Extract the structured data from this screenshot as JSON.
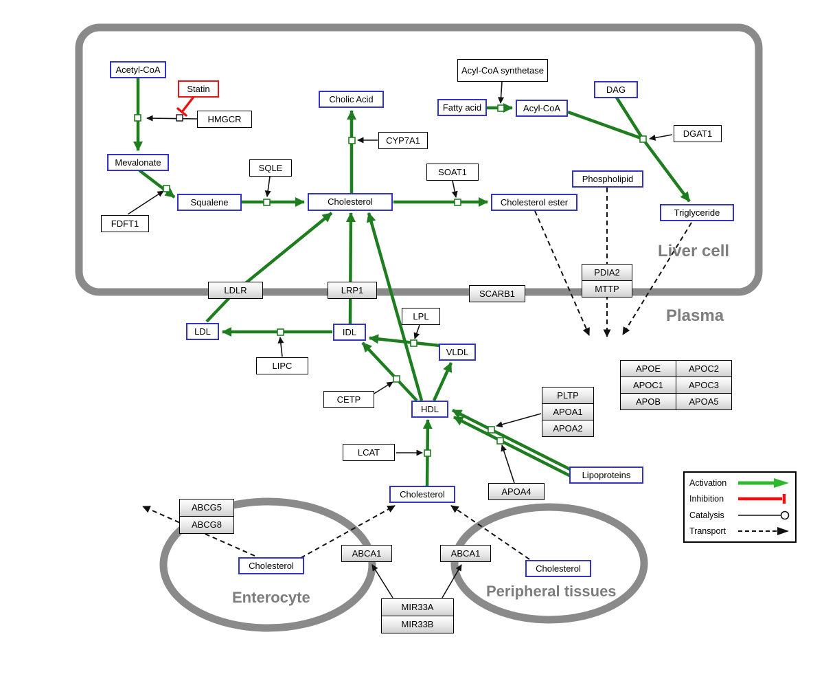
{
  "regions": {
    "liver": {
      "label": "Liver cell"
    },
    "plasma": {
      "label": "Plasma"
    },
    "enterocyte": {
      "label": "Enterocyte"
    },
    "peripheral": {
      "label": "Peripheral tissues"
    }
  },
  "nodes": {
    "acetyl_coa": {
      "label": "Acetyl-CoA"
    },
    "statin": {
      "label": "Statin"
    },
    "hmgcr": {
      "label": "HMGCR"
    },
    "mevalonate": {
      "label": "Mevalonate"
    },
    "fdft1": {
      "label": "FDFT1"
    },
    "squalene": {
      "label": "Squalene"
    },
    "sqle": {
      "label": "SQLE"
    },
    "cholic_acid": {
      "label": "Cholic Acid"
    },
    "cyp7a1": {
      "label": "CYP7A1"
    },
    "cholesterol_liver": {
      "label": "Cholesterol"
    },
    "soat1": {
      "label": "SOAT1"
    },
    "cholesterol_ester": {
      "label": "Cholesterol ester"
    },
    "acyl_coa_synthetase": {
      "label": "Acyl-CoA synthetase"
    },
    "fatty_acid": {
      "label": "Fatty acid"
    },
    "acyl_coa": {
      "label": "Acyl-CoA"
    },
    "dag": {
      "label": "DAG"
    },
    "dgat1": {
      "label": "DGAT1"
    },
    "phospholipid": {
      "label": "Phospholipid"
    },
    "triglyceride": {
      "label": "Triglyceride"
    },
    "ldlr": {
      "label": "LDLR"
    },
    "lrp1": {
      "label": "LRP1"
    },
    "scarb1": {
      "label": "SCARB1"
    },
    "pdia2": {
      "label": "PDIA2"
    },
    "mttp": {
      "label": "MTTP"
    },
    "ldl": {
      "label": "LDL"
    },
    "idl": {
      "label": "IDL"
    },
    "lipc": {
      "label": "LIPC"
    },
    "lpl": {
      "label": "LPL"
    },
    "vldl": {
      "label": "VLDL"
    },
    "cetp": {
      "label": "CETP"
    },
    "hdl": {
      "label": "HDL"
    },
    "lcat": {
      "label": "LCAT"
    },
    "pltp": {
      "label": "PLTP"
    },
    "apoa1": {
      "label": "APOA1"
    },
    "apoa2": {
      "label": "APOA2"
    },
    "apoe": {
      "label": "APOE"
    },
    "apoc2": {
      "label": "APOC2"
    },
    "apoc1": {
      "label": "APOC1"
    },
    "apoc3": {
      "label": "APOC3"
    },
    "apob": {
      "label": "APOB"
    },
    "apoa5": {
      "label": "APOA5"
    },
    "apoa4": {
      "label": "APOA4"
    },
    "lipoproteins": {
      "label": "Lipoproteins"
    },
    "cholesterol_plasma": {
      "label": "Cholesterol"
    },
    "abcg5": {
      "label": "ABCG5"
    },
    "abcg8": {
      "label": "ABCG8"
    },
    "cholesterol_enterocyte": {
      "label": "Cholesterol"
    },
    "abca1_left": {
      "label": "ABCA1"
    },
    "abca1_right": {
      "label": "ABCA1"
    },
    "cholesterol_peripheral": {
      "label": "Cholesterol"
    },
    "mir33a": {
      "label": "MIR33A"
    },
    "mir33b": {
      "label": "MIR33B"
    }
  },
  "legend": {
    "activation": "Activation",
    "inhibition": "Inhibition",
    "catalysis": "Catalysis",
    "transport": "Transport"
  },
  "colors": {
    "activation": "#1e7d1e",
    "legend_activation": "#2eb82e",
    "inhibition": "#ee1111",
    "metabolite_border": "#3333cc",
    "membrane": "#8a8a8a"
  }
}
